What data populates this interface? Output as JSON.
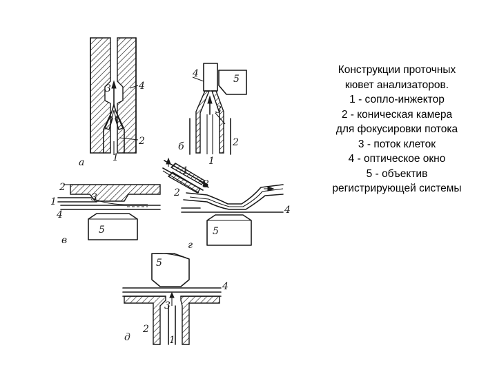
{
  "caption": {
    "title": [
      "Конструкции проточных",
      "кювет анализаторов."
    ],
    "items": [
      "1 - сопло-инжектор",
      "2 - коническая камера",
      "для фокусировки потока",
      "3 - поток клеток",
      "4 - оптическое окно",
      "5 - объектив",
      "регистрирующей системы"
    ]
  },
  "figure": {
    "panel_letters": {
      "a": "а",
      "b": "б",
      "v": "в",
      "g": "г",
      "d": "д"
    },
    "part_numbers": {
      "n1": "1",
      "n2": "2",
      "n3": "3",
      "n4": "4",
      "n5": "5"
    }
  }
}
